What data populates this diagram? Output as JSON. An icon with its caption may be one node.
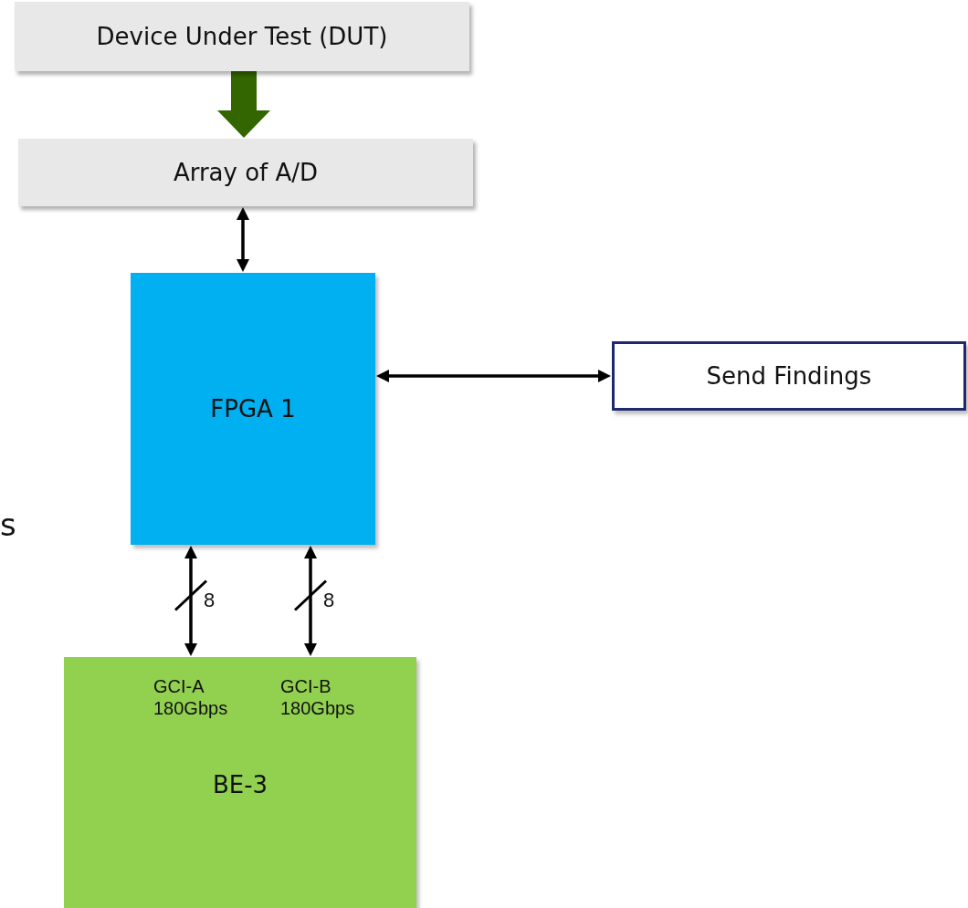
{
  "diagram": {
    "nodes": [
      {
        "text": [
          "Device Under Test (DUT)"
        ]
      },
      {
        "text": [
          "Array of A/D"
        ]
      },
      {
        "text": [
          "FPGA 1"
        ]
      },
      {
        "text": [
          "Send Findings"
        ]
      },
      {
        "text": [
          "GCI-A 180Gbps",
          "GCI-B 180Gbps",
          "BE-3"
        ]
      }
    ],
    "edges": [
      {
        "from": 0,
        "to": 1,
        "arrow": "to",
        "style": "thick",
        "color": "#336600"
      },
      {
        "from": 1,
        "to": 2,
        "arrow": "both"
      },
      {
        "from": 2,
        "to": 3,
        "arrow": "both"
      },
      {
        "from": 2,
        "to": 4,
        "arrow": "both",
        "label": "8"
      },
      {
        "from": 2,
        "to": 4,
        "arrow": "both",
        "label": "8"
      }
    ],
    "labels": [
      "s"
    ]
  }
}
